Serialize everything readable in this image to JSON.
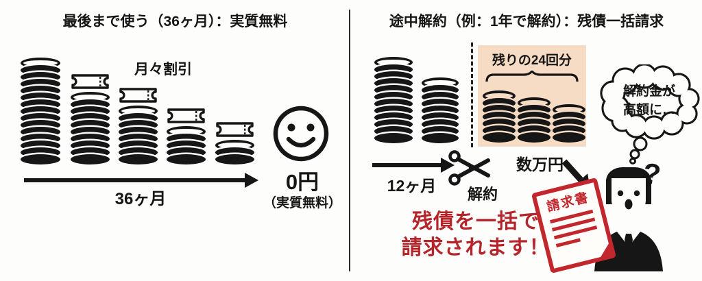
{
  "left_panel": {
    "title": "最後まで使う（36ヶ月）：実質無料",
    "discount_label": "月々割引",
    "timeline_label": "36ヶ月",
    "result_price": "0円",
    "result_note": "（実質無料）",
    "coin_stacks": [
      {
        "coins": 15,
        "discount_ticket": false
      },
      {
        "coins": 10,
        "discount_ticket": true
      },
      {
        "coins": 8,
        "discount_ticket": true
      },
      {
        "coins": 5,
        "discount_ticket": true
      },
      {
        "coins": 3,
        "discount_ticket": true
      }
    ]
  },
  "right_panel": {
    "title": "途中解約（例：1年で解約）：残債一括請求",
    "timeline_label": "12ヶ月",
    "cancel_label": "解約",
    "paid_stacks": [
      {
        "coins": 12
      },
      {
        "coins": 9
      }
    ],
    "remaining_box": {
      "label": "残りの24回分",
      "amount_label": "数万円",
      "coin_stacks": [
        {
          "coins": 7
        },
        {
          "coins": 6
        },
        {
          "coins": 5
        }
      ]
    },
    "thought_bubble": {
      "line1": "解約金が",
      "line2": "高額に…"
    },
    "question_mark": "?",
    "invoice": {
      "title": "請求書"
    },
    "warning": {
      "line1": "残債を一括で",
      "line2": "請求されます！"
    }
  },
  "colors": {
    "background": "#fdfdfb",
    "ink": "#161616",
    "warning_red": "#b4252b",
    "invoice_red": "#c1272d",
    "remaining_box_bg": "#f6dcc4"
  }
}
